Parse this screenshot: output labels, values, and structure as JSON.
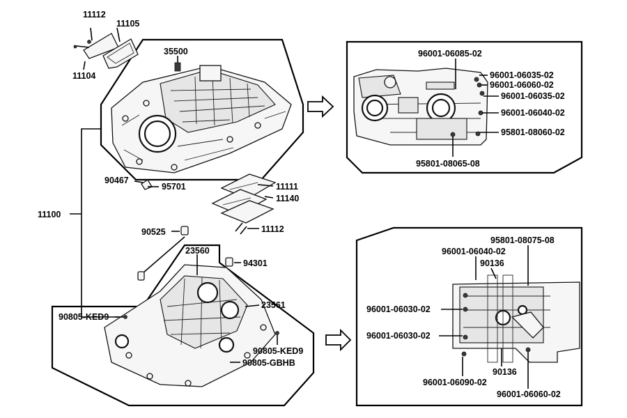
{
  "labels": {
    "p11112_top": "11112",
    "p11105": "11105",
    "p11104": "11104",
    "p35500": "35500",
    "p11100": "11100",
    "p90467": "90467",
    "p95701": "95701",
    "p11111": "11111",
    "p11140": "11140",
    "p11112_mid": "11112",
    "p90525": "90525",
    "p23560": "23560",
    "p94301": "94301",
    "p23561": "23561",
    "p90805_KED9_left": "90805-KED9",
    "p90805_KED9_right": "90805-KED9",
    "p90805_GBHB": "90805-GBHB",
    "p96001_06085_02": "96001-06085-02",
    "p96001_06035_02_a": "96001-06035-02",
    "p96001_06060_02_a": "96001-06060-02",
    "p96001_06035_02_b": "96001-06035-02",
    "p96001_06040_02_a": "96001-06040-02",
    "p95801_08060_02": "95801-08060-02",
    "p95801_08065_08": "95801-08065-08",
    "p95801_08075_08": "95801-08075-08",
    "p96001_06040_02_b": "96001-06040-02",
    "p90136_a": "90136",
    "p96001_06030_02_a": "96001-06030-02",
    "p96001_06030_02_b": "96001-06030-02",
    "p90136_b": "90136",
    "p96001_06090_02": "96001-06090-02",
    "p96001_06060_02_b": "96001-06060-02"
  }
}
